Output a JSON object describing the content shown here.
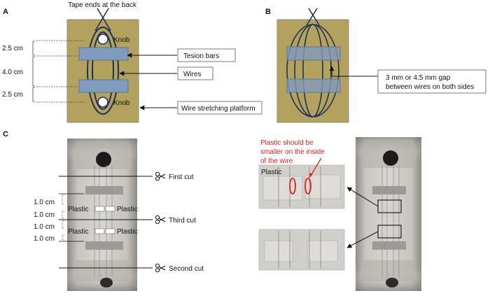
{
  "panels": {
    "a": "A",
    "b": "B",
    "c": "C"
  },
  "panel_a": {
    "tape_label": "Tape ends at the back",
    "knob_top": "Knob",
    "knob_bottom": "Knob",
    "callout_tension": "Tesion bars",
    "callout_wires": "Wires",
    "callout_platform": "Wire stretching platform",
    "dim_top": "2.5 cm",
    "dim_middle": "4.0 cm",
    "dim_bottom": "2.5 cm"
  },
  "panel_b": {
    "gap_line1": "3 mm or 4.5 mm gap",
    "gap_line2": "between wires on both sides"
  },
  "panel_c": {
    "cut_first": "First cut",
    "cut_third": "Third cut",
    "cut_second": "Second cut",
    "spacings": [
      "1.0 cm",
      "1.0 cm",
      "1.0 cm",
      "1.0 cm"
    ],
    "plastic_left_1": "Plastic",
    "plastic_right_1": "Plastic",
    "plastic_left_2": "Plastic",
    "plastic_right_2": "Plastic",
    "note_line1": "Plastic should be",
    "note_line2": "smaller on the inside",
    "note_line3": "of the wire",
    "inset_plastic": "Plastic"
  },
  "colors": {
    "platform": "#b3a15e",
    "wire": "#1f3256",
    "bar": "#7f9bbd",
    "note": "#e0201b"
  },
  "icons": [
    "scissors-icon",
    "knob-icon",
    "arrow-icon"
  ]
}
